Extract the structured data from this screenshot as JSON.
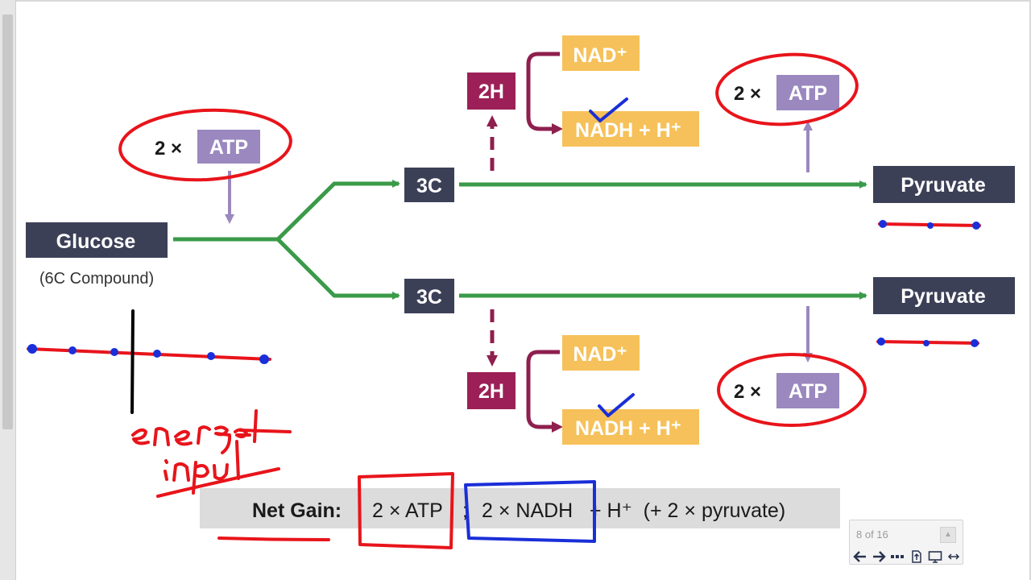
{
  "diagram": {
    "glucose": {
      "label": "Glucose",
      "sublabel": "(6C Compound)"
    },
    "atp_input": {
      "multiplier": "2 ×",
      "label": "ATP"
    },
    "three_carbon_top": "3C",
    "three_carbon_bottom": "3C",
    "two_h_top": "2H",
    "two_h_bottom": "2H",
    "nad_top": "NAD⁺",
    "nadh_top": "NADH + H⁺",
    "nad_bottom": "NAD⁺",
    "nadh_bottom": "NADH + H⁺",
    "atp_output_top": {
      "multiplier": "2 ×",
      "label": "ATP"
    },
    "atp_output_bottom": {
      "multiplier": "2 ×",
      "label": "ATP"
    },
    "pyruvate_top": "Pyruvate",
    "pyruvate_bottom": "Pyruvate",
    "net_gain": {
      "label": "Net Gain:",
      "atp": "2 × ATP",
      "separator": ";",
      "nadh": "2 × NADH",
      "rest": "+ H⁺  (+ 2 × pyruvate)"
    }
  },
  "annotations": {
    "handwriting": "energy input"
  },
  "navigation": {
    "page_counter": "8 of 16"
  },
  "colors": {
    "dark_box": "#3c4057",
    "atp_purple": "#9a88bf",
    "two_h_magenta": "#9c2057",
    "nad_yellow": "#f6c15a",
    "green_line": "#3a9a49",
    "ink_red": "#e8141b",
    "ink_blue": "#1a2fd8"
  }
}
